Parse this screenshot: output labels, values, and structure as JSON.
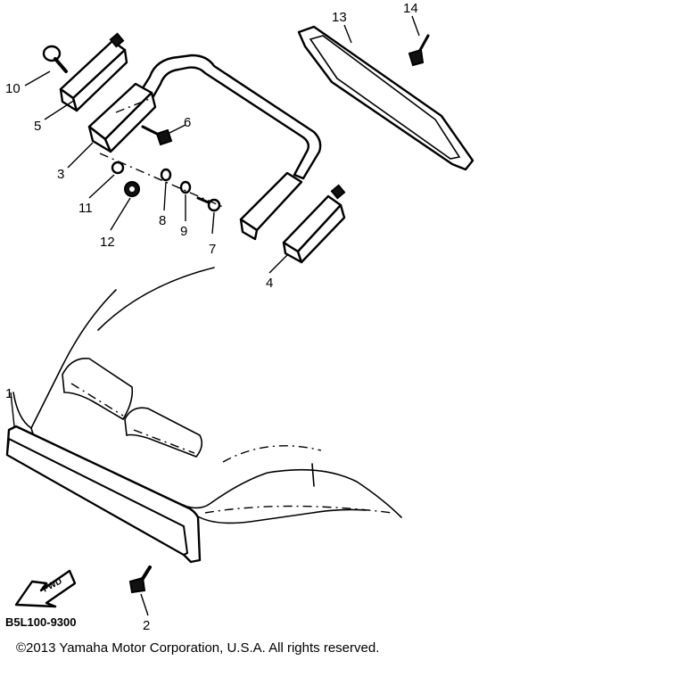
{
  "labels": {
    "p1": "1",
    "p2": "2",
    "p3": "3",
    "p4": "4",
    "p5": "5",
    "p6": "6",
    "p7": "7",
    "p8": "8",
    "p9": "9",
    "p10": "10",
    "p11": "11",
    "p12": "12",
    "p13": "13",
    "p14": "14"
  },
  "arrow_text": "FWD",
  "diagram_code": "B5L100-9300",
  "copyright": "©2013 Yamaha Motor Corporation, U.S.A. All rights reserved."
}
